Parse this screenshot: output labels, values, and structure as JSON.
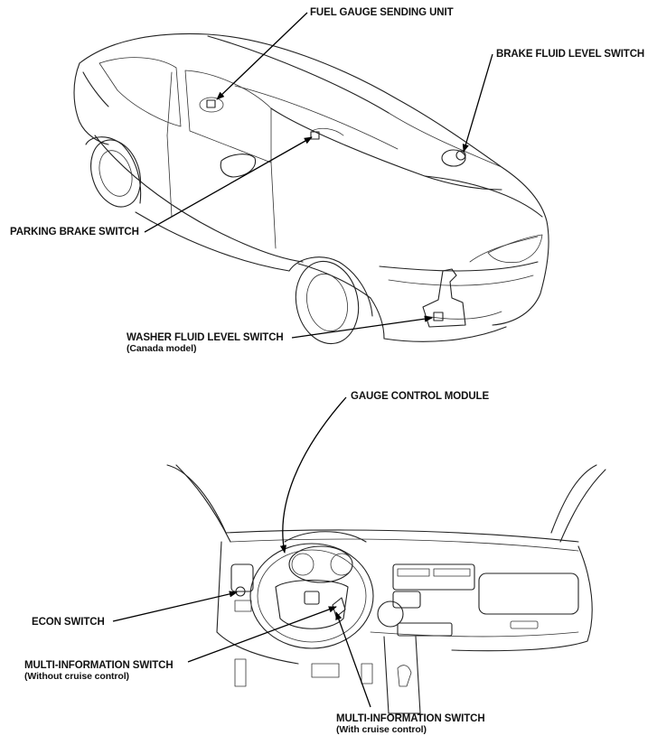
{
  "callouts": {
    "fuel_gauge": "FUEL GAUGE SENDING UNIT",
    "brake_fluid": "BRAKE FLUID LEVEL SWITCH",
    "parking_brake": "PARKING BRAKE SWITCH",
    "washer_fluid": "WASHER FLUID LEVEL SWITCH",
    "washer_fluid_note": "(Canada model)",
    "gauge_module": "GAUGE CONTROL MODULE",
    "econ": "ECON SWITCH",
    "multi_info_no_cruise": "MULTI-INFORMATION SWITCH",
    "multi_info_no_cruise_note": "(Without cruise control)",
    "multi_info_cruise": "MULTI-INFORMATION SWITCH",
    "multi_info_cruise_note": "(With cruise control)"
  }
}
